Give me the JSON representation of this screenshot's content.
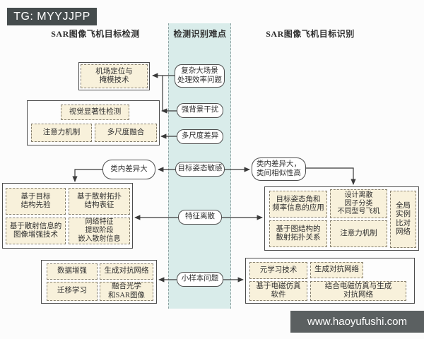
{
  "badge": "TG: MYYJJPP",
  "watermark": "www.haoyufushi.com",
  "titles": {
    "left": "SAR图像飞机目标检测",
    "center": "检测识别难点",
    "right": "SAR图像飞机目标识别"
  },
  "colors": {
    "band_bg": "#d9ecea",
    "box_bg": "#f8f1db",
    "badge_bg": "#454c4d",
    "watermark_bg": "#5b6061",
    "line": "#3a3a3a"
  },
  "challenges": {
    "complex_scene": "复杂大场景\n处理效率问题",
    "background_clutter": "强背景干扰",
    "multiscale_diff": "多尺度差异",
    "pose_sensitive": "目标姿态敏感",
    "feature_discrete": "特征离散",
    "small_sample": "小样本问题"
  },
  "detection": {
    "airport": "机场定位与\n掩模技术",
    "saliency": "视觉显著性检测",
    "attention": "注意力机制",
    "multiscale_fusion": "多尺度融合",
    "intra_class": "类内差异大",
    "target_prior": "基于目标\n结构先验",
    "scatter_topology": "基于散射拓扑\n结构表征",
    "scatter_enhance": "基于散射信息的\n图像增强技术",
    "network_embed": "网络特征\n提取阶段\n嵌入散射信息",
    "data_augment": "数据增强",
    "gan": "生成对抗网络",
    "transfer": "迁移学习",
    "fuse_optical": "融合光学\n和SAR图像"
  },
  "recognition": {
    "intra_inter": "类内差异大，\n类间相似性高",
    "pose_freq": "目标姿态角和\n频率信息的应用",
    "discrete_factor": "设计离散\n因子分类\n不同型号飞机",
    "global_instance": "全局\n实例\n比对\n网络",
    "graph_topology": "基于图结构的\n散射拓扑关系",
    "attention": "注意力机制",
    "meta_learning": "元学习技术",
    "gan": "生成对抗网络",
    "em_sim": "基于电磁仿真\n软件",
    "em_gan": "结合电磁仿真与生成\n对抗网络"
  }
}
